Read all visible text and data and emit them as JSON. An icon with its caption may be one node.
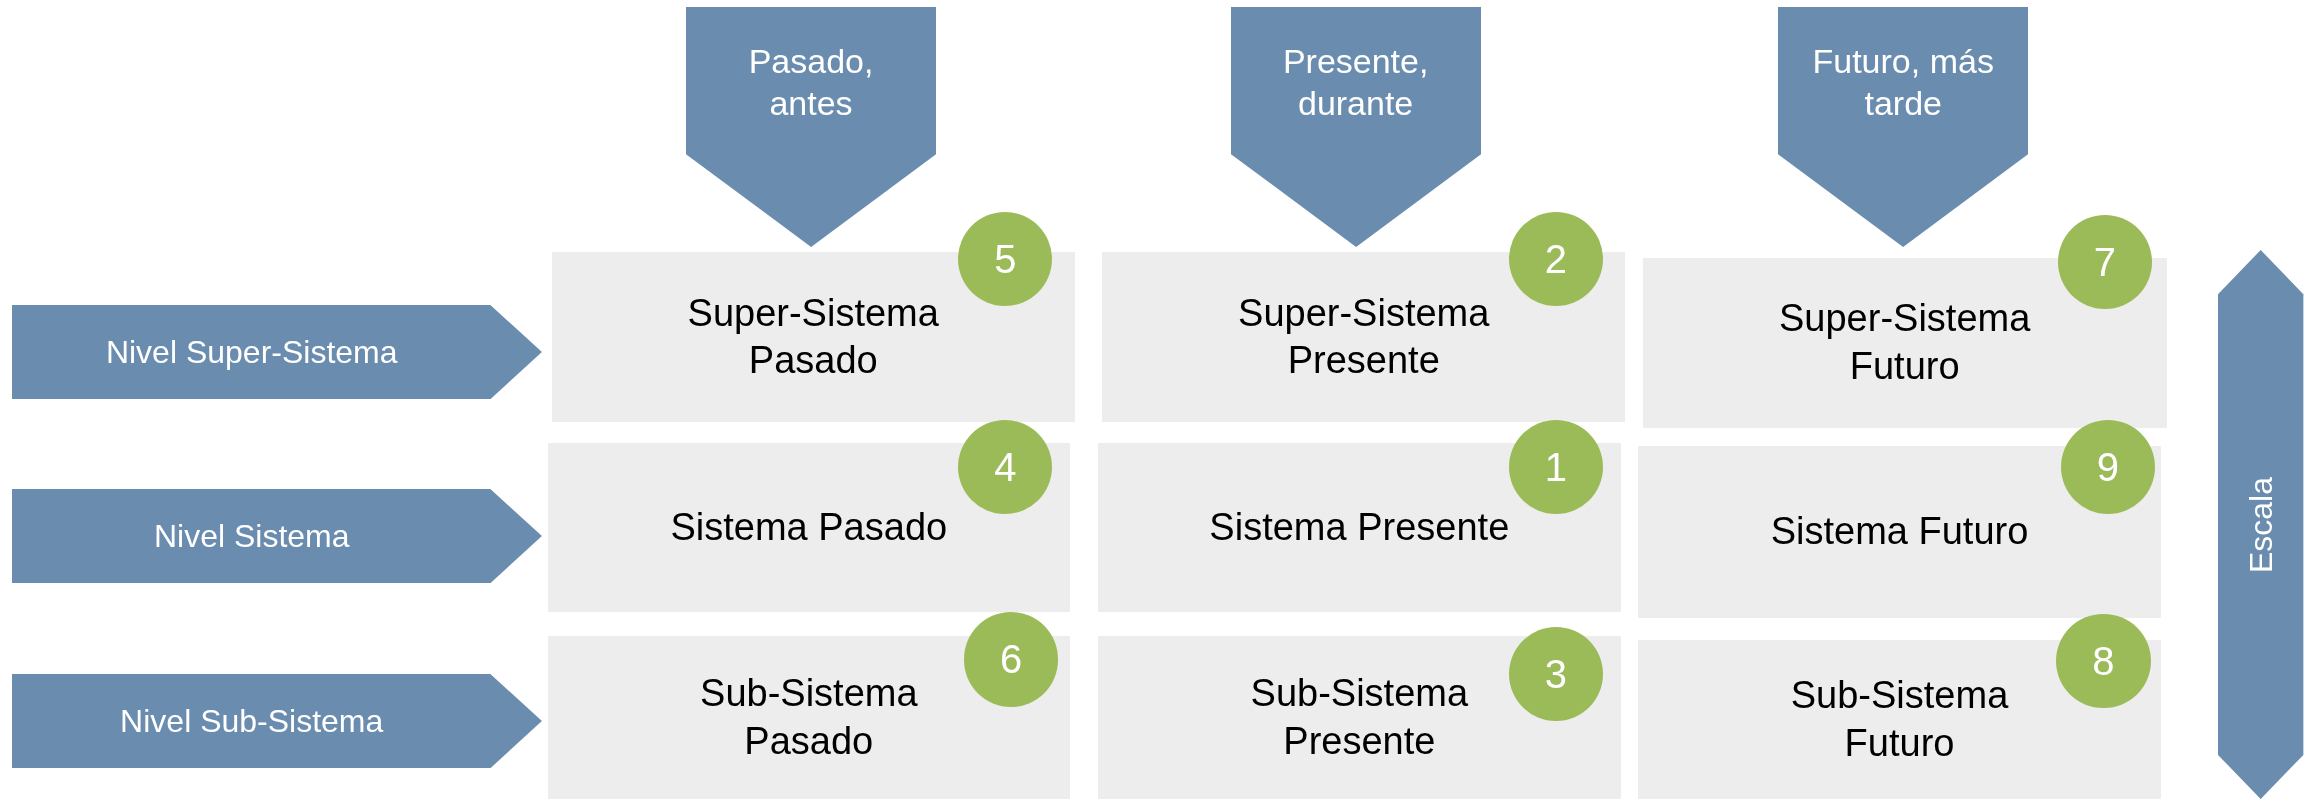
{
  "diagram": {
    "nodes": [
      {
        "text": [
          "Pasado, antes"
        ]
      },
      {
        "text": [
          "Presente, durante"
        ]
      },
      {
        "text": [
          "Futuro, más tarde"
        ]
      },
      {
        "text": [
          "Nivel Super-Sistema"
        ]
      },
      {
        "text": [
          "Super-Sistema Pasado"
        ]
      },
      {
        "text": [
          "5"
        ]
      },
      {
        "text": [
          "Super-Sistema Presente"
        ]
      },
      {
        "text": [
          "2"
        ]
      },
      {
        "text": [
          "Super-Sistema Futuro"
        ]
      },
      {
        "text": [
          "7"
        ]
      },
      {
        "text": [
          "Escala"
        ]
      },
      {
        "text": [
          "Nivel Sistema"
        ]
      },
      {
        "text": [
          "Sistema Pasado"
        ]
      },
      {
        "text": [
          "4"
        ]
      },
      {
        "text": [
          "Sistema Presente"
        ]
      },
      {
        "text": [
          "1"
        ]
      },
      {
        "text": [
          "Sistema Futuro"
        ]
      },
      {
        "text": [
          "9"
        ]
      },
      {
        "text": [
          "Nivel Sub-Sistema"
        ]
      },
      {
        "text": [
          "Sub-Sistema Pasado"
        ]
      },
      {
        "text": [
          "6"
        ]
      },
      {
        "text": [
          "Sub-Sistema Presente"
        ]
      },
      {
        "text": [
          "3"
        ]
      },
      {
        "text": [
          "Sub-Sistema Futuro"
        ]
      },
      {
        "text": [
          "8"
        ]
      }
    ],
    "edges": []
  }
}
